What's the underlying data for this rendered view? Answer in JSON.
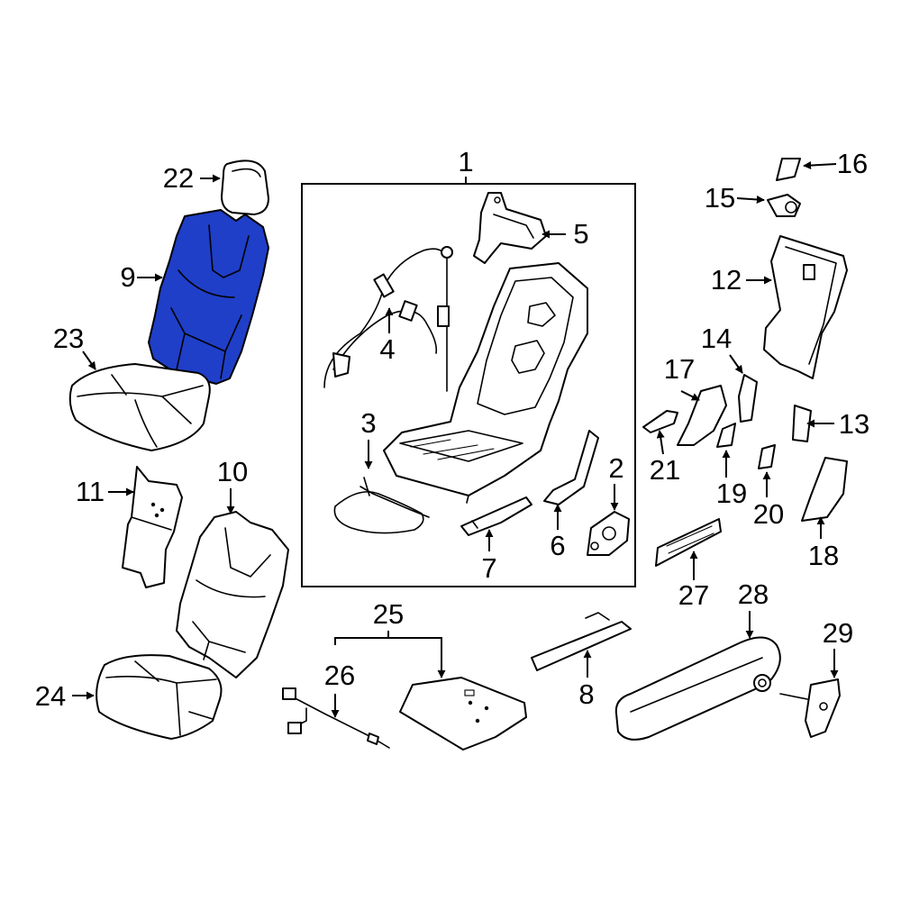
{
  "highlight_color": "#1f3fc8",
  "line_color": "#000000",
  "callouts": {
    "c1": "1",
    "c2": "2",
    "c3": "3",
    "c4": "4",
    "c5": "5",
    "c6": "6",
    "c7": "7",
    "c8": "8",
    "c9": "9",
    "c10": "10",
    "c11": "11",
    "c12": "12",
    "c13": "13",
    "c14": "14",
    "c15": "15",
    "c16": "16",
    "c17": "17",
    "c18": "18",
    "c19": "19",
    "c20": "20",
    "c21": "21",
    "c22": "22",
    "c23": "23",
    "c24": "24",
    "c25": "25",
    "c26": "26",
    "c27": "27",
    "c28": "28",
    "c29": "29"
  }
}
